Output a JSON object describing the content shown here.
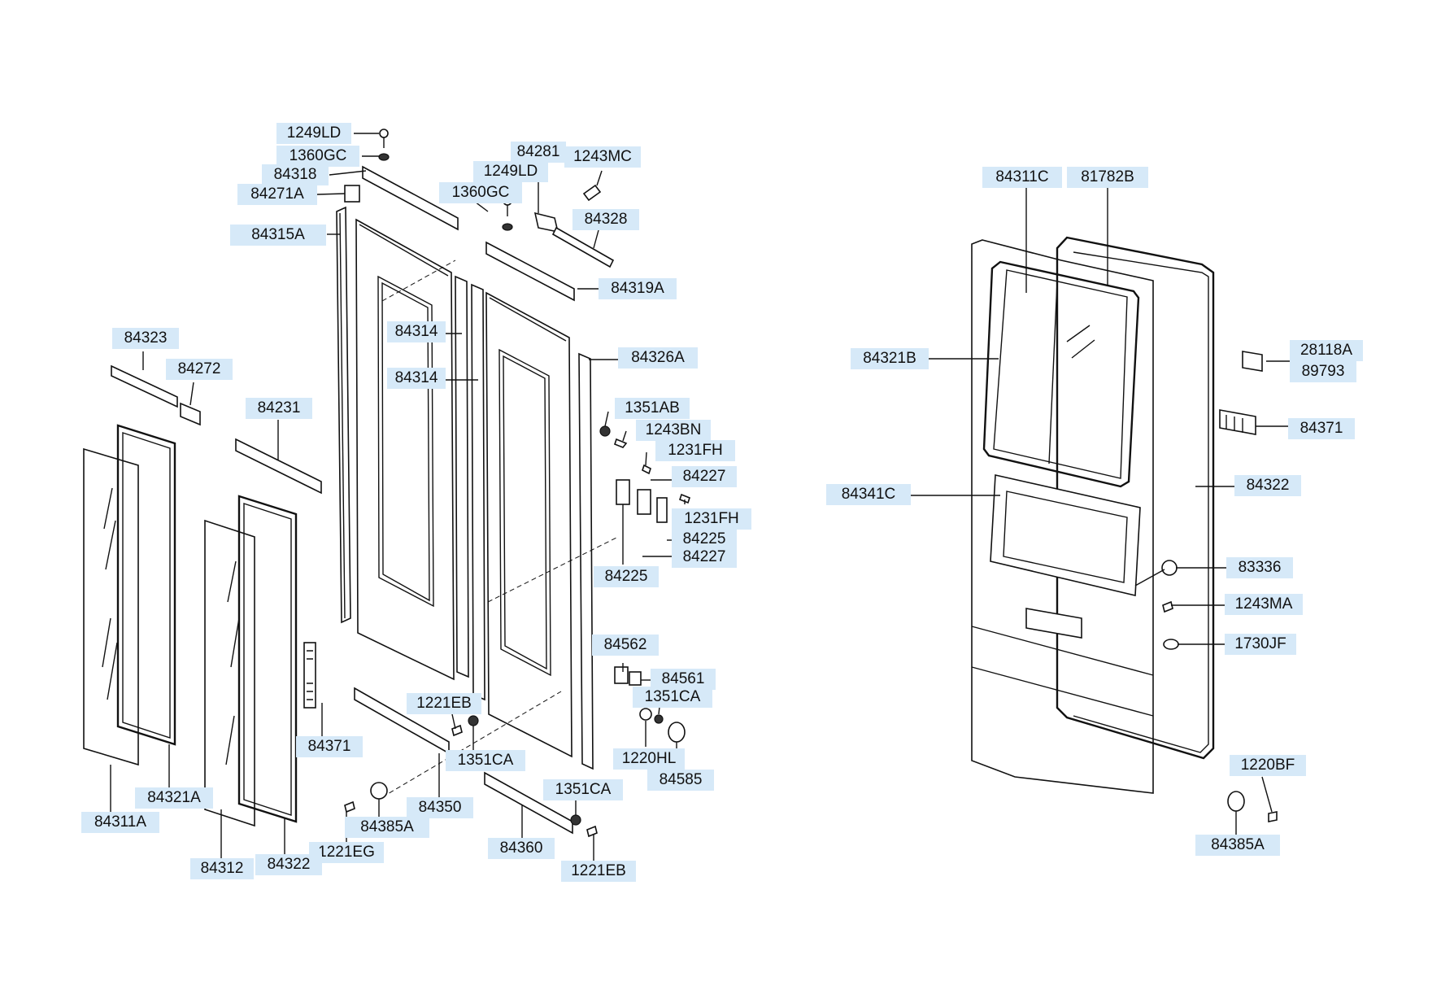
{
  "diagram": {
    "labels": {
      "l_1249LD_a": "1249LD",
      "l_1360GC_a": "1360GC",
      "l_84318": "84318",
      "l_84271A": "84271A",
      "l_84315A": "84315A",
      "l_84281": "84281",
      "l_1243MC": "1243MC",
      "l_1249LD_b": "1249LD",
      "l_1360GC_b": "1360GC",
      "l_84328": "84328",
      "l_84319A": "84319A",
      "l_84323": "84323",
      "l_84272": "84272",
      "l_84231": "84231",
      "l_84314_a": "84314",
      "l_84314_b": "84314",
      "l_84326A": "84326A",
      "l_1351AB": "1351AB",
      "l_1243BN": "1243BN",
      "l_1231FH_a": "1231FH",
      "l_84227_a": "84227",
      "l_1231FH_b": "1231FH",
      "l_84225_a": "84225",
      "l_84227_b": "84227",
      "l_84225_b": "84225",
      "l_84562": "84562",
      "l_84561": "84561",
      "l_1351CA_a": "1351CA",
      "l_1220HL": "1220HL",
      "l_84585": "84585",
      "l_1221EB_a": "1221EB",
      "l_1351CA_b": "1351CA",
      "l_84371_a": "84371",
      "l_84350": "84350",
      "l_1351CA_c": "1351CA",
      "l_84321A": "84321A",
      "l_84311A": "84311A",
      "l_84385A_a": "84385A",
      "l_1221EG": "1221EG",
      "l_84360": "84360",
      "l_1221EB_b": "1221EB",
      "l_84312": "84312",
      "l_84322_a": "84322",
      "l_84311C": "84311C",
      "l_81782B": "81782B",
      "l_84321B": "84321B",
      "l_28118A": "28118A",
      "l_89793": "89793",
      "l_84371_b": "84371",
      "l_84341C": "84341C",
      "l_84322_b": "84322",
      "l_83336": "83336",
      "l_1243MA": "1243MA",
      "l_1730JF": "1730JF",
      "l_1220BF": "1220BF",
      "l_84385A_b": "84385A"
    },
    "colors": {
      "label_bg": "#d6e9f8",
      "line": "#111111"
    }
  }
}
